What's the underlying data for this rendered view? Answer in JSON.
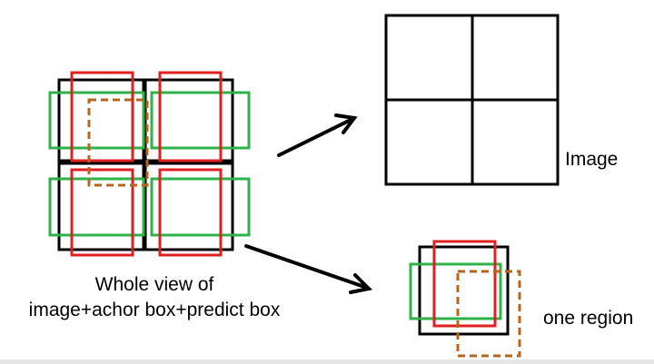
{
  "labels": {
    "caption_line1": "Whole view of",
    "caption_line2": "image+achor box+predict box",
    "image": "Image",
    "one_region": "one region"
  },
  "colors": {
    "grid": "#000000",
    "anchor_red": "#e02020",
    "anchor_green": "#2fb14a",
    "predict_dashed": "#b5651d",
    "arrow": "#000000"
  }
}
